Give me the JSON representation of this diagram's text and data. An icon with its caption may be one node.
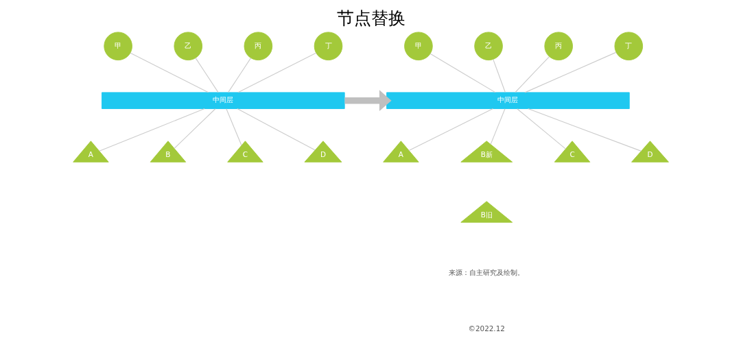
{
  "diagram": {
    "title": "节点替换",
    "nodes": [
      {
        "text": [
          "甲"
        ]
      },
      {
        "text": [
          "乙"
        ]
      },
      {
        "text": [
          "丙"
        ]
      },
      {
        "text": [
          "丁"
        ]
      },
      {
        "text": [
          "中间层"
        ]
      },
      {
        "text": [
          "A"
        ]
      },
      {
        "text": [
          "B"
        ]
      },
      {
        "text": [
          "C"
        ]
      },
      {
        "text": [
          "D"
        ]
      },
      {
        "text": [
          "甲"
        ]
      },
      {
        "text": [
          "乙"
        ]
      },
      {
        "text": [
          "丙"
        ]
      },
      {
        "text": [
          "丁"
        ]
      },
      {
        "text": [
          "中间层"
        ]
      },
      {
        "text": [
          "A"
        ]
      },
      {
        "text": [
          "B新"
        ]
      },
      {
        "text": [
          "C"
        ]
      },
      {
        "text": [
          "D"
        ]
      },
      {
        "text": [
          "B旧"
        ]
      }
    ],
    "edges": [
      {
        "from": 0,
        "to": 4,
        "arrow": "none"
      },
      {
        "from": 1,
        "to": 4,
        "arrow": "none"
      },
      {
        "from": 2,
        "to": 4,
        "arrow": "none"
      },
      {
        "from": 3,
        "to": 4,
        "arrow": "none"
      },
      {
        "from": 4,
        "to": 5,
        "arrow": "none"
      },
      {
        "from": 4,
        "to": 6,
        "arrow": "none"
      },
      {
        "from": 4,
        "to": 7,
        "arrow": "none"
      },
      {
        "from": 4,
        "to": 8,
        "arrow": "none"
      },
      {
        "from": 4,
        "to": 13,
        "arrow": "to",
        "style": "thick",
        "color": "#bfbfbf"
      },
      {
        "from": 9,
        "to": 13,
        "arrow": "none"
      },
      {
        "from": 10,
        "to": 13,
        "arrow": "none"
      },
      {
        "from": 11,
        "to": 13,
        "arrow": "none"
      },
      {
        "from": 12,
        "to": 13,
        "arrow": "none"
      },
      {
        "from": 13,
        "to": 14,
        "arrow": "none"
      },
      {
        "from": 13,
        "to": 15,
        "arrow": "none"
      },
      {
        "from": 13,
        "to": 16,
        "arrow": "none"
      },
      {
        "from": 13,
        "to": 17,
        "arrow": "none"
      }
    ],
    "labels": [
      "来源：自主研究及绘制。",
      "©2022.12"
    ]
  }
}
